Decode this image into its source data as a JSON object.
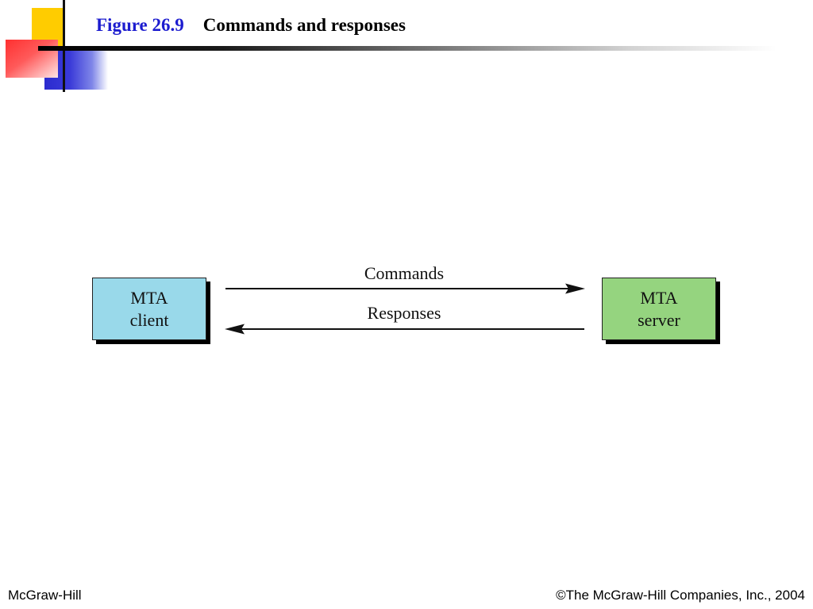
{
  "title": {
    "figure_number": "Figure 26.9",
    "caption": "Commands and responses"
  },
  "diagram": {
    "nodes": [
      {
        "id": "client",
        "line1": "MTA",
        "line2": "client",
        "color": "#99d9ea"
      },
      {
        "id": "server",
        "line1": "MTA",
        "line2": "server",
        "color": "#95d47f"
      }
    ],
    "edges": [
      {
        "from": "client",
        "to": "server",
        "label": "Commands"
      },
      {
        "from": "server",
        "to": "client",
        "label": "Responses"
      }
    ]
  },
  "footer": {
    "left": "McGraw-Hill",
    "right": "©The McGraw-Hill Companies, Inc., 2004"
  },
  "colors": {
    "title_number": "#1c1ccf",
    "accent_yellow": "#ffcc00",
    "accent_red": "#ff3030",
    "accent_blue": "#2b2bcf"
  }
}
